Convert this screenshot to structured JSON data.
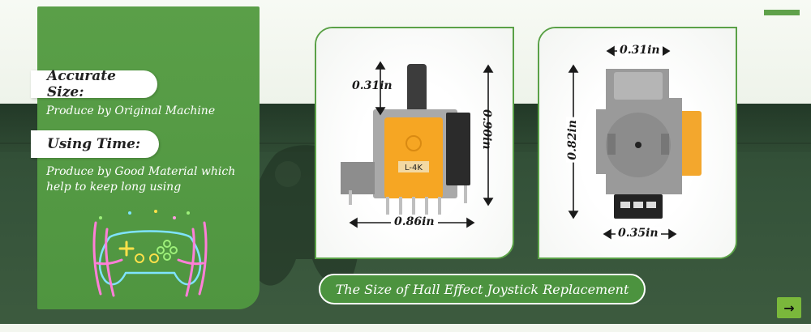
{
  "left_panel": {
    "feature_1": {
      "title": "Accurate Size:",
      "description": "Produce by Original Machine"
    },
    "feature_2": {
      "title": "Using Time:",
      "description_line_1": "Produce by Good Material which",
      "description_line_2": "help to keep long using"
    }
  },
  "card_1": {
    "height_top": "0.31in",
    "height_total": "0.90in",
    "width": "0.86in",
    "chip_label": "L-4K"
  },
  "card_2": {
    "width_top": "0.31in",
    "height": "0.82in",
    "width_bottom": "0.35in"
  },
  "caption": "The Size of Hall Effect Joystick Replacement",
  "next_button": {
    "label": "→",
    "icon": "arrow-right-icon"
  },
  "colors": {
    "accent_green": "#5a9f48",
    "dark_bg": "#2f4a33",
    "chip_orange": "#f6a623",
    "next_button": "#7ab83b"
  }
}
